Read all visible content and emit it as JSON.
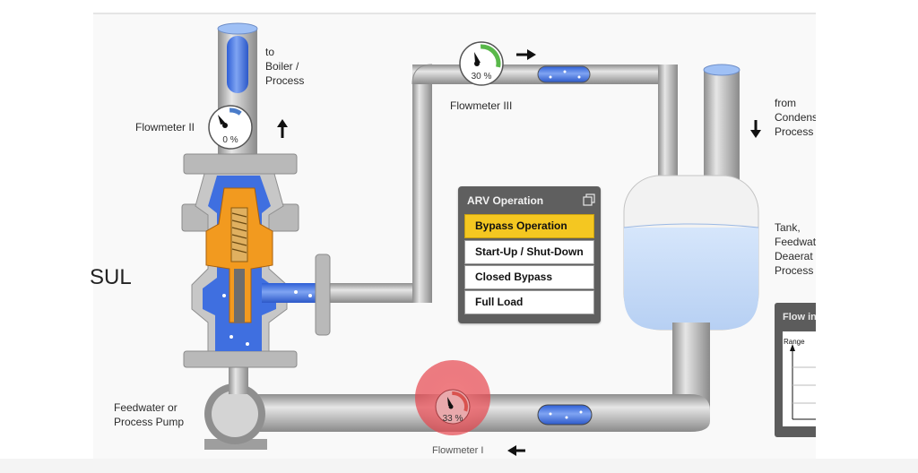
{
  "labels": {
    "to_boiler": [
      "to",
      "Boiler /",
      "Process"
    ],
    "flowmeter_ii": "Flowmeter II",
    "flowmeter_iii": "Flowmeter III",
    "from_condensate": [
      "from",
      "Condens",
      "Process"
    ],
    "tank": [
      "Tank,",
      "Feedwat",
      "Deaerat",
      "Process"
    ],
    "pump": [
      "Feedwater or",
      "Process Pump"
    ],
    "flowmeter_i": "Flowmeter I",
    "sul": "SUL"
  },
  "meters": {
    "flowmeter_ii": {
      "value": 0,
      "text": "0 %",
      "color": "#4a7cc9"
    },
    "flowmeter_iii": {
      "value": 30,
      "text": "30 %",
      "color": "#59b84a"
    },
    "flowmeter_i": {
      "value": 33,
      "text": "33 %",
      "color": "#d9534f"
    }
  },
  "arv_panel": {
    "title": "ARV Operation",
    "items": [
      "Bypass Operation",
      "Start-Up / Shut-Down",
      "Closed Bypass",
      "Full Load"
    ],
    "selected": "Bypass Operation"
  },
  "flow_panel": {
    "title": "Flow in",
    "axis_label": "Range"
  },
  "colors": {
    "pipe": "#b3b3b3",
    "fluid": "#3f6fe0",
    "valve_internal": "#f29a1f",
    "highlight": "#f4c721",
    "alert_ring": "#e6464e"
  }
}
